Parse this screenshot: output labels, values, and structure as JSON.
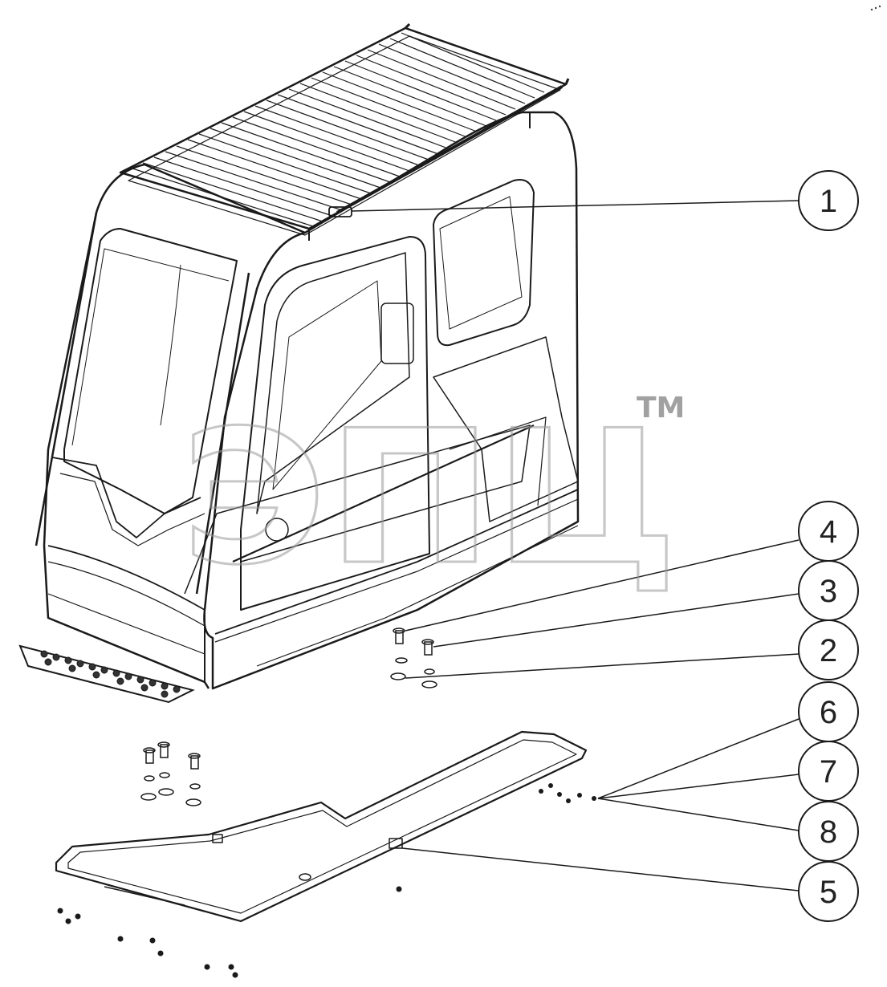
{
  "diagram": {
    "callouts": [
      {
        "id": "1",
        "label": "1"
      },
      {
        "id": "4",
        "label": "4"
      },
      {
        "id": "3",
        "label": "3"
      },
      {
        "id": "2",
        "label": "2"
      },
      {
        "id": "6",
        "label": "6"
      },
      {
        "id": "7",
        "label": "7"
      },
      {
        "id": "8",
        "label": "8"
      },
      {
        "id": "5",
        "label": "5"
      }
    ],
    "watermark": {
      "text": "ЭПЦ",
      "trademark": "TM"
    },
    "colors": {
      "line": "#1a1a1a",
      "watermark": "#bdbdbd",
      "background": "#ffffff"
    }
  }
}
